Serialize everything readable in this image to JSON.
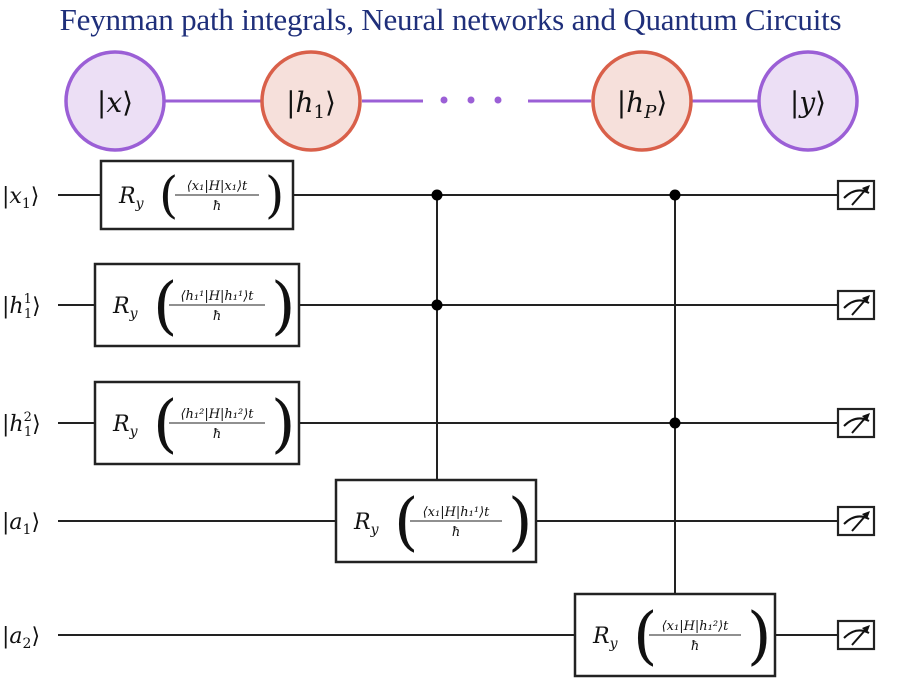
{
  "title": "Feynman path integrals, Neural networks and Quantum Circuits",
  "network": {
    "nodes": [
      {
        "id": "x",
        "label": "x",
        "sub": "",
        "kind": "io"
      },
      {
        "id": "h1",
        "label": "h",
        "sub": "1",
        "kind": "hidden"
      },
      {
        "id": "hP",
        "label": "h",
        "sub": "P",
        "kind": "hidden"
      },
      {
        "id": "y",
        "label": "y",
        "sub": "",
        "kind": "io"
      }
    ],
    "ellipsis": "· · ·",
    "colors": {
      "io_stroke": "#9b5fd6",
      "io_fill": "#ecdff5",
      "hidden_stroke": "#d9604a",
      "hidden_fill": "#f6e0db",
      "edge": "#9b5fd6"
    }
  },
  "circuit": {
    "wires": [
      {
        "id": "x1",
        "label": "x",
        "sub": "1",
        "sup": ""
      },
      {
        "id": "h11",
        "label": "h",
        "sub": "1",
        "sup": "1"
      },
      {
        "id": "h12",
        "label": "h",
        "sub": "1",
        "sup": "2"
      },
      {
        "id": "a1",
        "label": "a",
        "sub": "1",
        "sup": ""
      },
      {
        "id": "a2",
        "label": "a",
        "sub": "2",
        "sup": ""
      }
    ],
    "gates": [
      {
        "wire": 0,
        "name": "R",
        "name_sub": "y",
        "num": "⟨x₁|H|x₁⟩t",
        "den": "ħ"
      },
      {
        "wire": 1,
        "name": "R",
        "name_sub": "y",
        "num": "⟨h₁¹|H|h₁¹⟩t",
        "den": "ħ"
      },
      {
        "wire": 2,
        "name": "R",
        "name_sub": "y",
        "num": "⟨h₁²|H|h₁²⟩t",
        "den": "ħ"
      },
      {
        "wire": 3,
        "name": "R",
        "name_sub": "y",
        "num": "⟨x₁|H|h₁¹⟩t",
        "den": "ħ",
        "controls": [
          0,
          1
        ]
      },
      {
        "wire": 4,
        "name": "R",
        "name_sub": "y",
        "num": "⟨x₁|H|h₁²⟩t",
        "den": "ħ",
        "controls": [
          0,
          2
        ]
      }
    ],
    "measurements": [
      "meter",
      "meter",
      "meter",
      "meter",
      "meter"
    ]
  }
}
